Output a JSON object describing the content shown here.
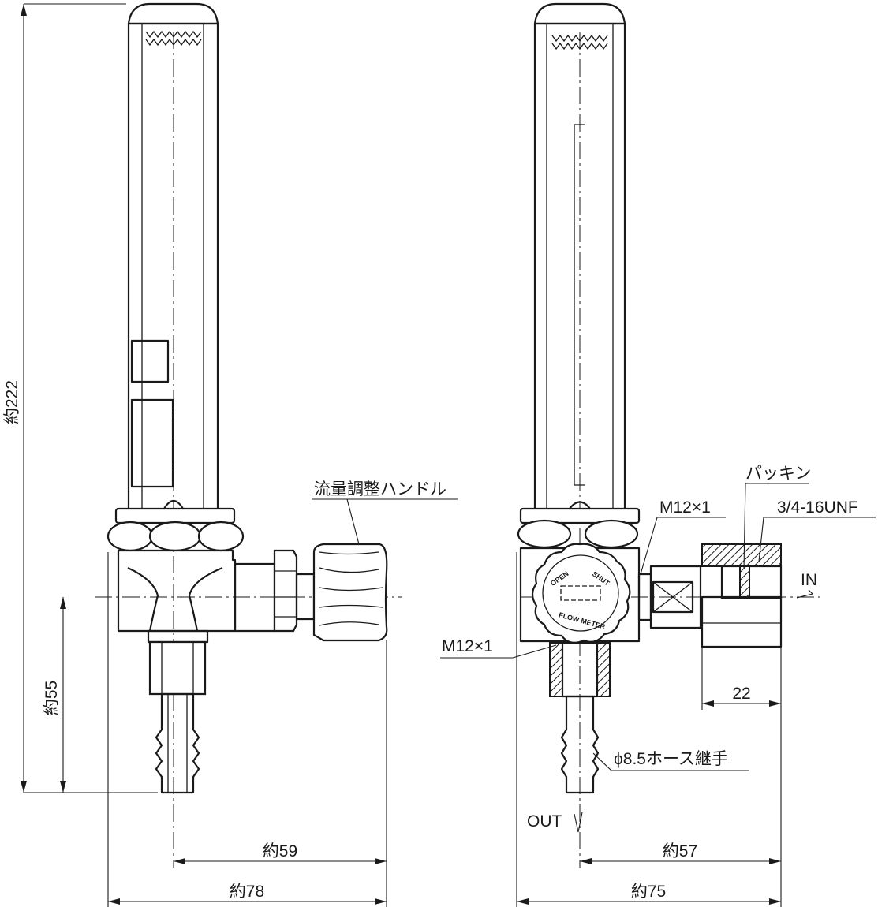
{
  "labels": {
    "handle": "流量調整ハンドル",
    "packing": "パッキン",
    "thread_in": "3/4-16UNF",
    "m12_upper": "M12×1",
    "m12_lower": "M12×1",
    "in": "IN",
    "out": "OUT",
    "hose": "ϕ8.5ホース継手",
    "dial_open": "OPEN",
    "dial_shut": "SHUT",
    "dial_flowmeter": "FLOW METER"
  },
  "dimensions": {
    "height_total": "約222",
    "height_outlet": "約55",
    "width_left_59": "約59",
    "width_left_78": "約78",
    "width_right_57": "約57",
    "width_right_75": "約75",
    "nut_width": "22"
  }
}
